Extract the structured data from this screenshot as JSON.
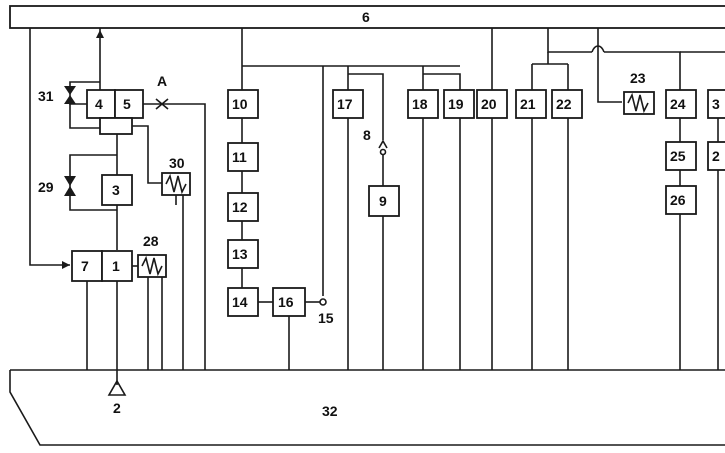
{
  "diagram": {
    "header_label": "6",
    "base_label": "32",
    "input_label": "2",
    "point_label": "A",
    "label_8": "8",
    "label_15": "15",
    "label_23": "23",
    "label_28": "28",
    "label_29": "29",
    "label_30": "30",
    "label_31": "31",
    "boxes": {
      "b1": "1",
      "b3": "3",
      "b4": "4",
      "b5": "5",
      "b7": "7",
      "b9": "9",
      "b10": "10",
      "b11": "11",
      "b12": "12",
      "b13": "13",
      "b14": "14",
      "b16": "16",
      "b17": "17",
      "b18": "18",
      "b19": "19",
      "b20": "20",
      "b21": "21",
      "b22": "22",
      "b24": "24",
      "b25": "25",
      "b26": "26",
      "b3x": "3",
      "b2x": "2"
    }
  }
}
